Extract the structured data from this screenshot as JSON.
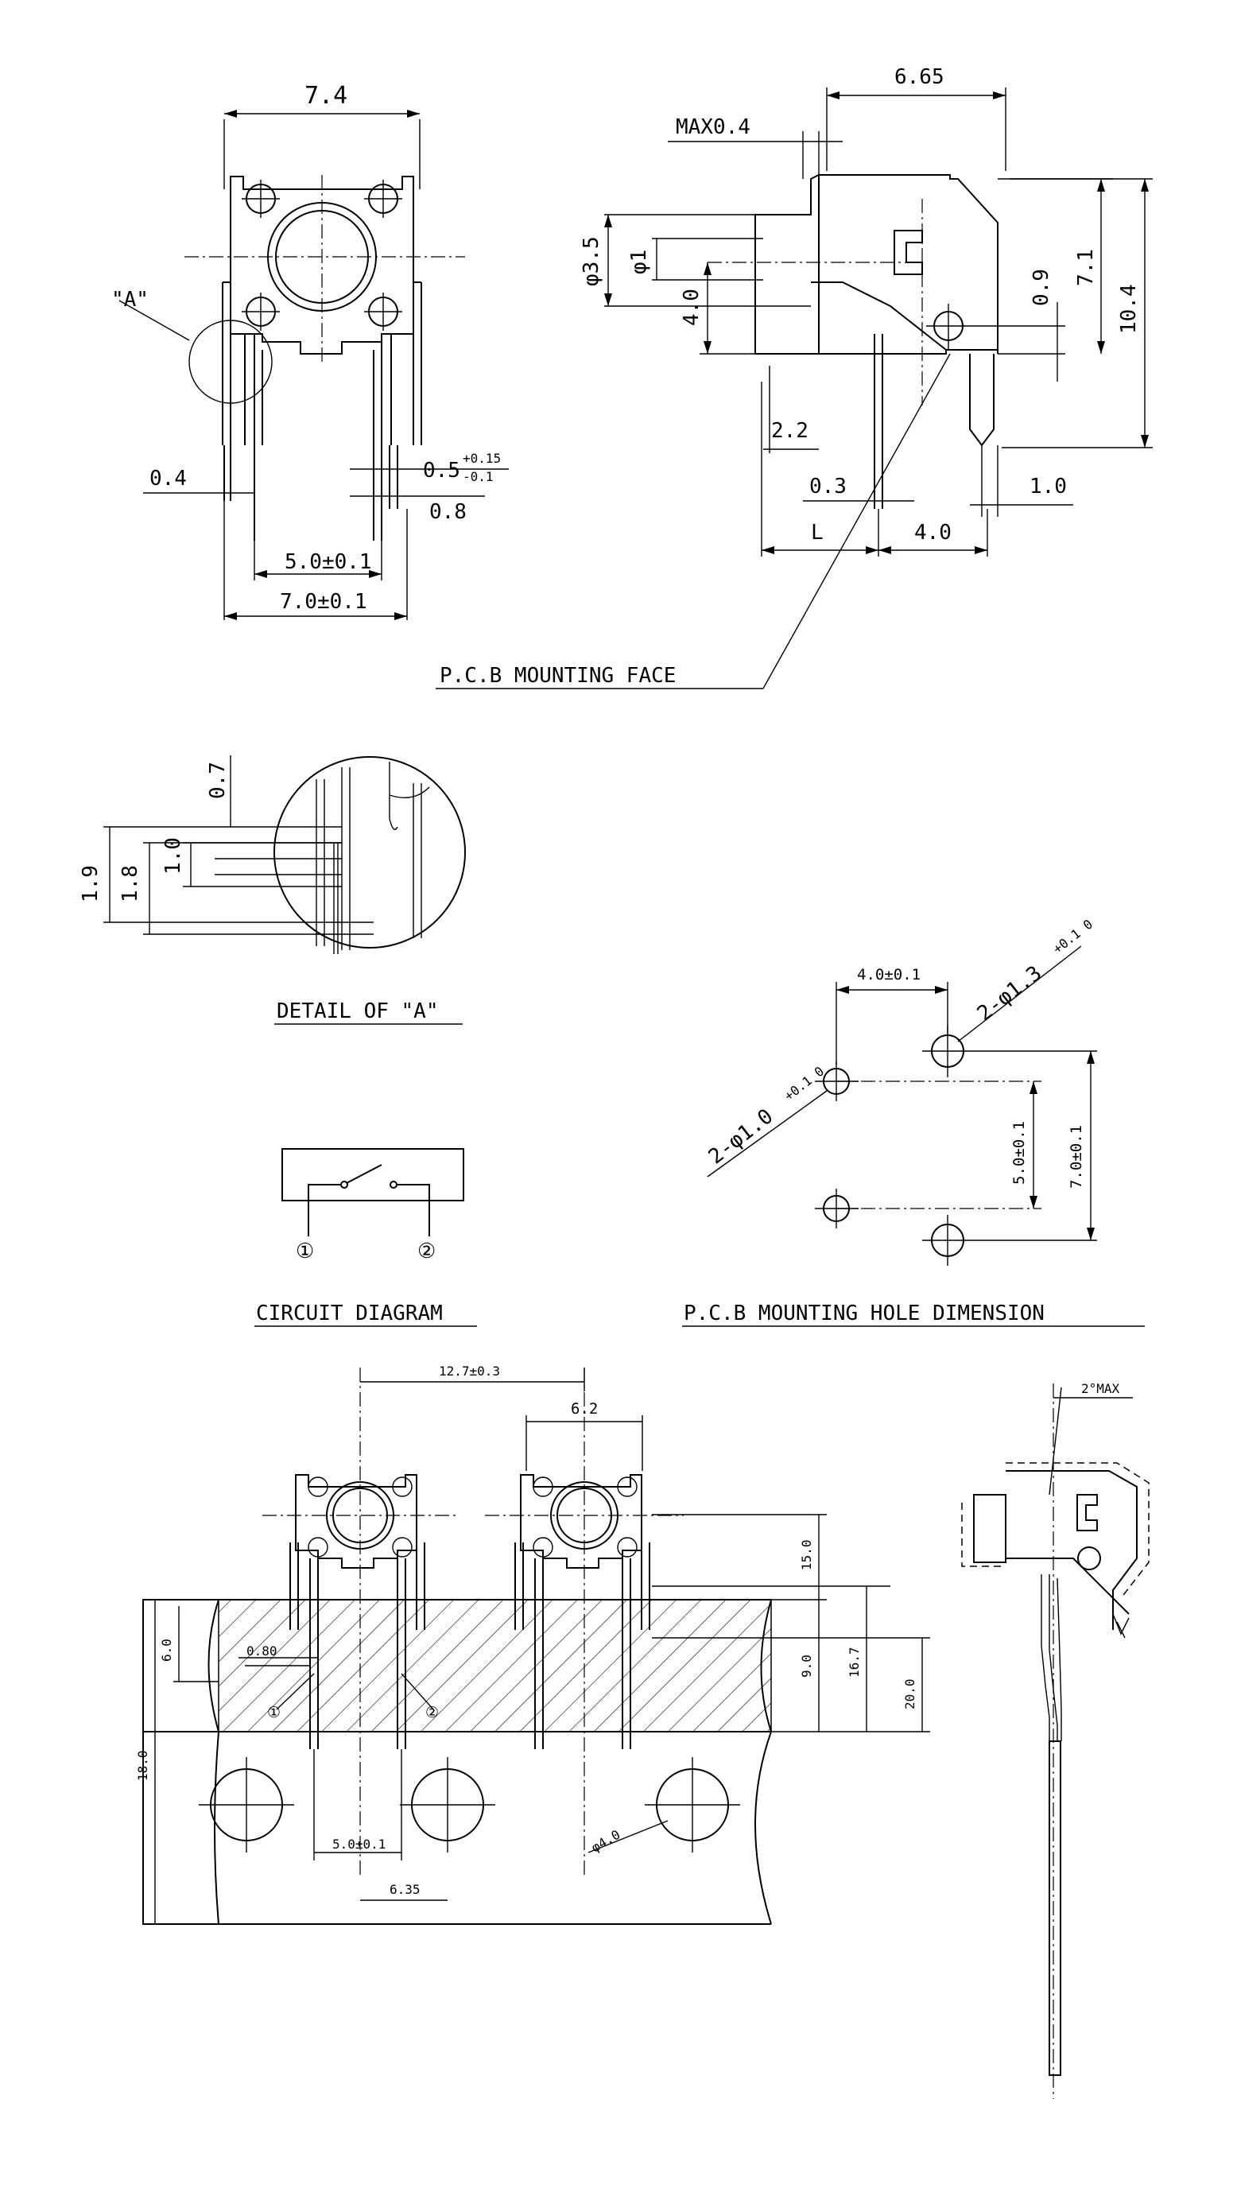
{
  "front_view": {
    "width_total": "7.4",
    "label_A": "\"A\"",
    "lead_04": "0.4",
    "tol_05": "0.5",
    "tol_05_plus": "+0.15",
    "tol_05_minus": "-0.1",
    "lead_08": "0.8",
    "pitch_50": "5.0±0.1",
    "pitch_70": "7.0±0.1"
  },
  "side_view": {
    "width_665": "6.65",
    "max04": "MAX0.4",
    "dia_35": "φ3.5",
    "dia_1": "φ1",
    "h_40": "4.0",
    "h_09": "0.9",
    "h_71": "7.1",
    "h_104": "10.4",
    "d_22": "2.2",
    "d_03": "0.3",
    "d_L": "L",
    "d_40b": "4.0",
    "d_10": "1.0",
    "pcb_face": "P.C.B MOUNTING FACE"
  },
  "detail_a": {
    "d07": "0.7",
    "d19": "1.9",
    "d18": "1.8",
    "d10": "1.0",
    "title": "DETAIL OF \"A\""
  },
  "circuit": {
    "pin1": "①",
    "pin2": "②",
    "title": "CIRCUIT DIAGRAM"
  },
  "holes": {
    "h40": "4.0±0.1",
    "big_hole": "2-φ1.3",
    "big_hole_tol": "+0.1 0",
    "small_hole": "2-φ1.0",
    "small_hole_tol": "+0.1 0",
    "v50": "5.0±0.1",
    "v70": "7.0±0.1",
    "title": "P.C.B MOUNTING HOLE DIMENSION"
  },
  "tape": {
    "pitch_127": "12.7±0.3",
    "w62": "6.2",
    "w080": "0.80",
    "pin1": "①",
    "pin2": "②",
    "h150": "15.0",
    "h167": "16.7",
    "h200": "20.0",
    "h60": "6.0",
    "h90": "9.0",
    "h180": "18.0",
    "pitch_50": "5.0±0.1",
    "pitch_635": "6.35",
    "dia40": "φ4.0",
    "angle_max": "2°MAX"
  }
}
